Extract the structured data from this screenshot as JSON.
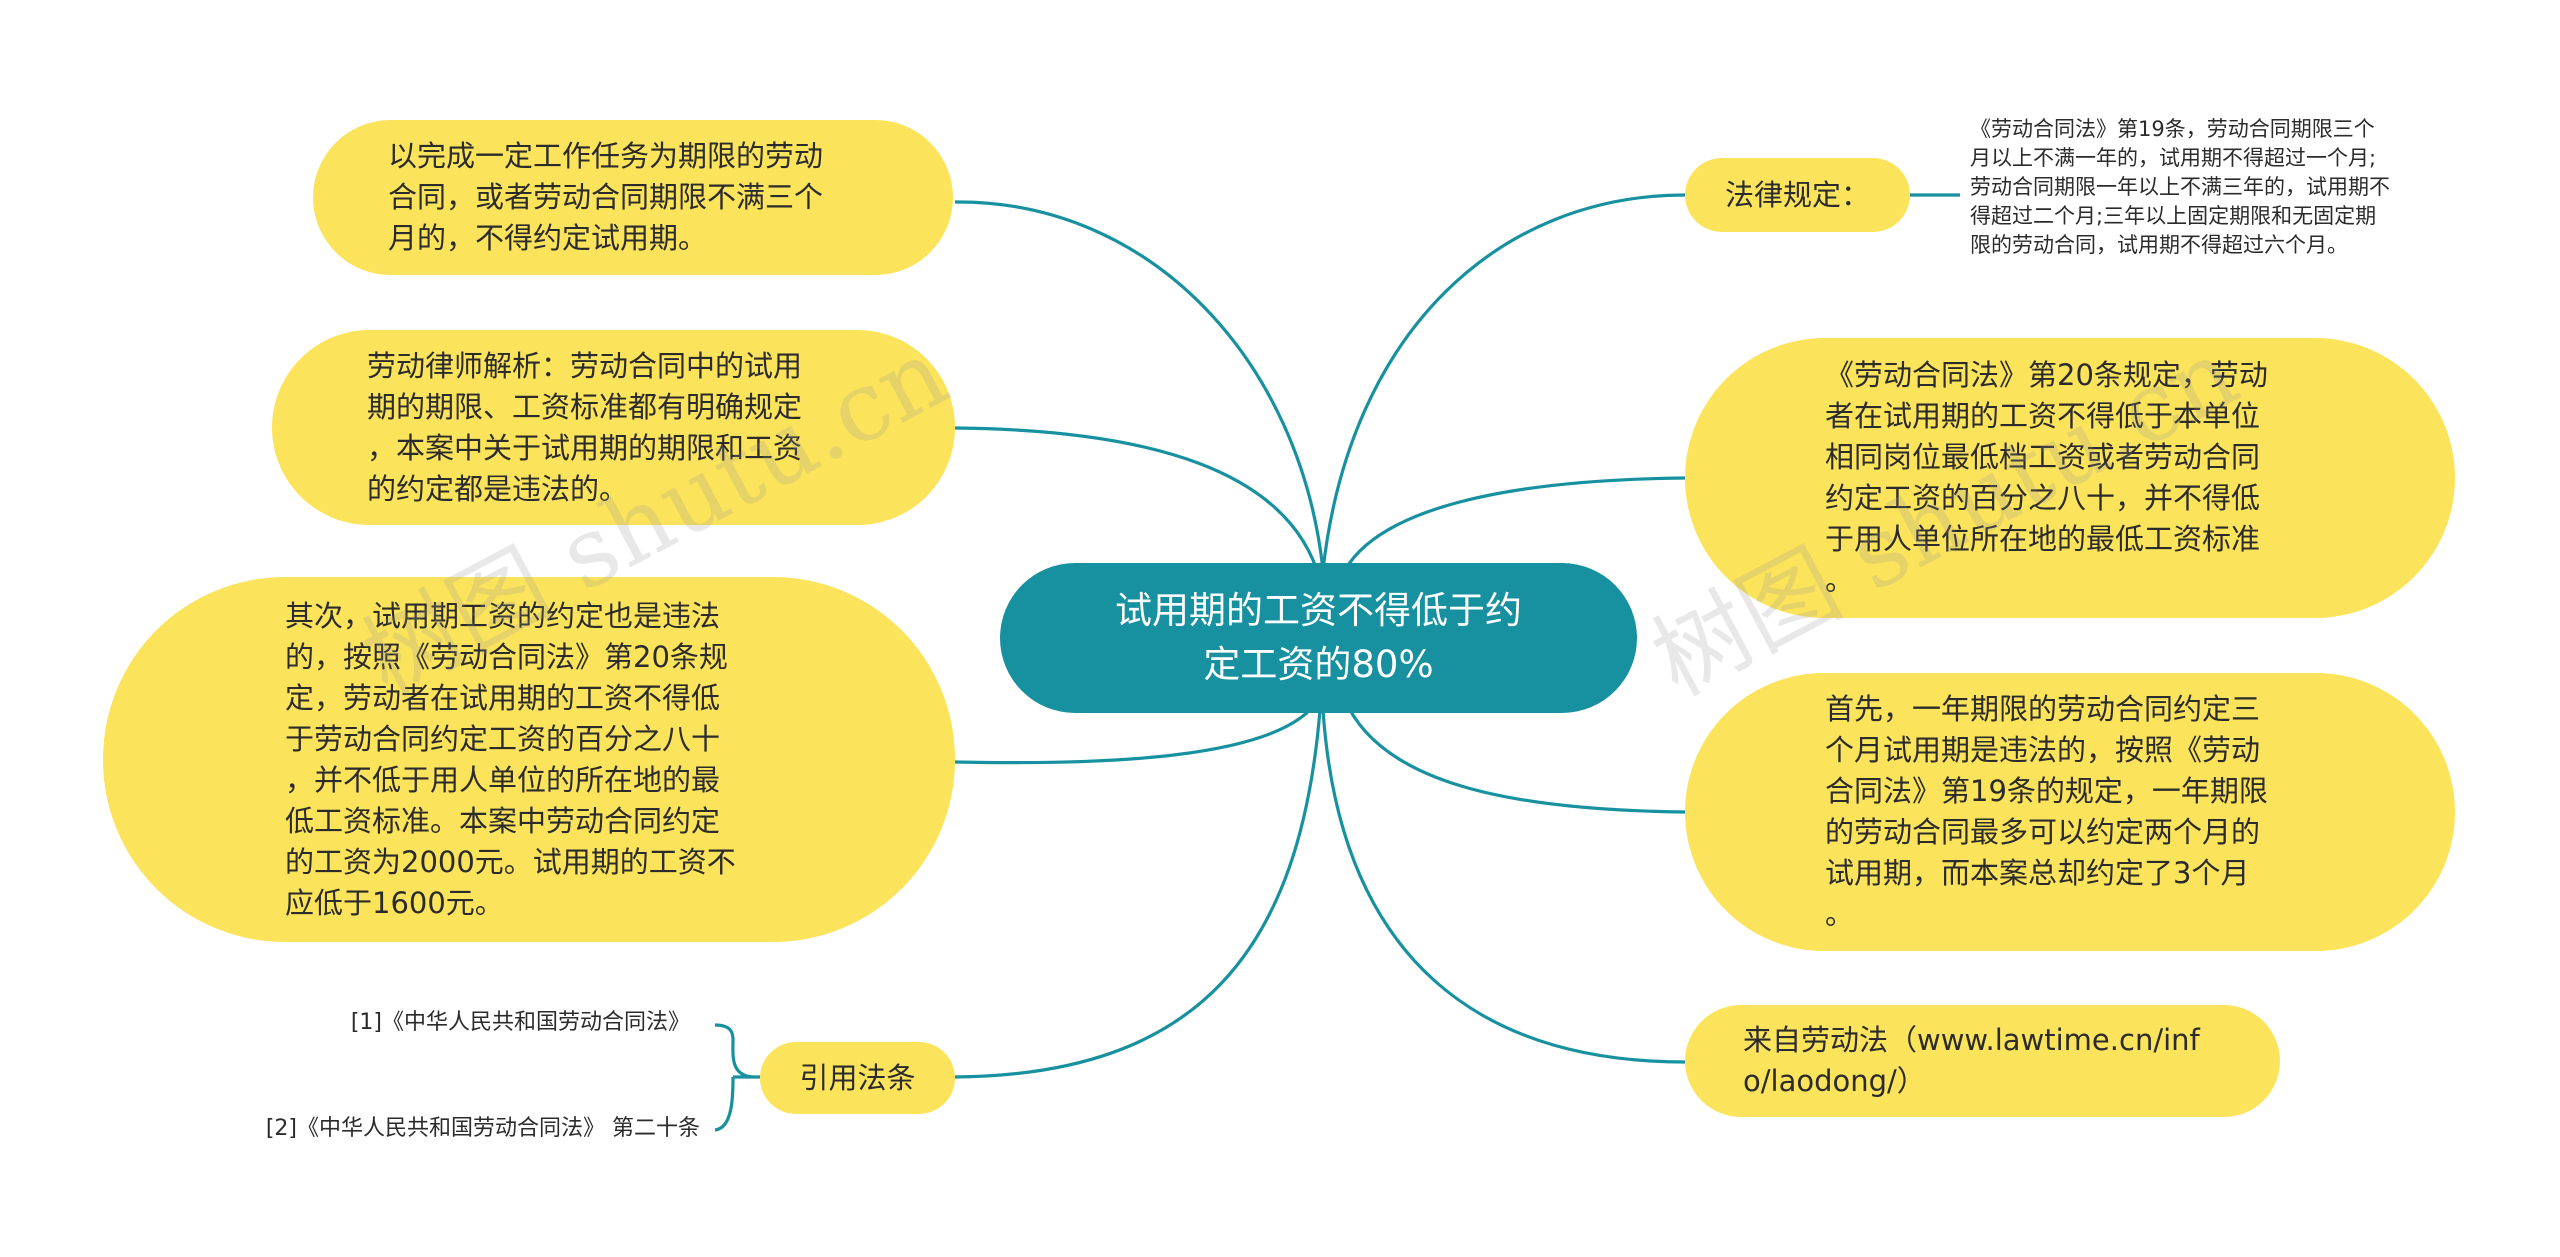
{
  "center": {
    "text": "试用期的工资不得低于约\n定工资的80%"
  },
  "left_nodes": [
    {
      "text": "以完成一定工作任务为期限的劳动\n合同，或者劳动合同期限不满三个\n月的，不得约定试用期。"
    },
    {
      "text": "劳动律师解析：劳动合同中的试用\n期的期限、工资标准都有明确规定\n，本案中关于试用期的期限和工资\n的约定都是违法的。"
    },
    {
      "text": "其次，试用期工资的约定也是违法\n的，按照《劳动合同法》第20条规\n定，劳动者在试用期的工资不得低\n于劳动合同约定工资的百分之八十\n，并不低于用人单位的所在地的最\n低工资标准。本案中劳动合同约定\n的工资为2000元。试用期的工资不\n应低于1600元。"
    },
    {
      "text": "引用法条"
    }
  ],
  "right_nodes": [
    {
      "text": "法律规定："
    },
    {
      "text": "《劳动合同法》第20条规定，劳动\n者在试用期的工资不得低于本单位\n相同岗位最低档工资或者劳动合同\n约定工资的百分之八十，并不得低\n于用人单位所在地的最低工资标准\n。"
    },
    {
      "text": "首先，一年期限的劳动合同约定三\n个月试用期是违法的，按照《劳动\n合同法》第19条的规定，一年期限\n的劳动合同最多可以约定两个月的\n试用期，而本案总却约定了3个月\n。"
    },
    {
      "text": "来自劳动法（www.lawtime.cn/inf\no/laodong/）"
    }
  ],
  "law_detail": "《劳动合同法》第19条，劳动合同期限三个\n月以上不满一年的，试用期不得超过一个月;\n劳动合同期限一年以上不满三年的，试用期不\n得超过二个月;三年以上固定期限和无固定期\n限的劳动合同，试用期不得超过六个月。",
  "references": [
    "[1]《中华人民共和国劳动合同法》",
    "[2]《中华人民共和国劳动合同法》 第二十条"
  ],
  "watermarks": [
    "树图 shutu.cn",
    "树图 shutu.cn"
  ],
  "colors": {
    "center": "#17919f",
    "node": "#fbe35b",
    "edge": "#17919f"
  }
}
